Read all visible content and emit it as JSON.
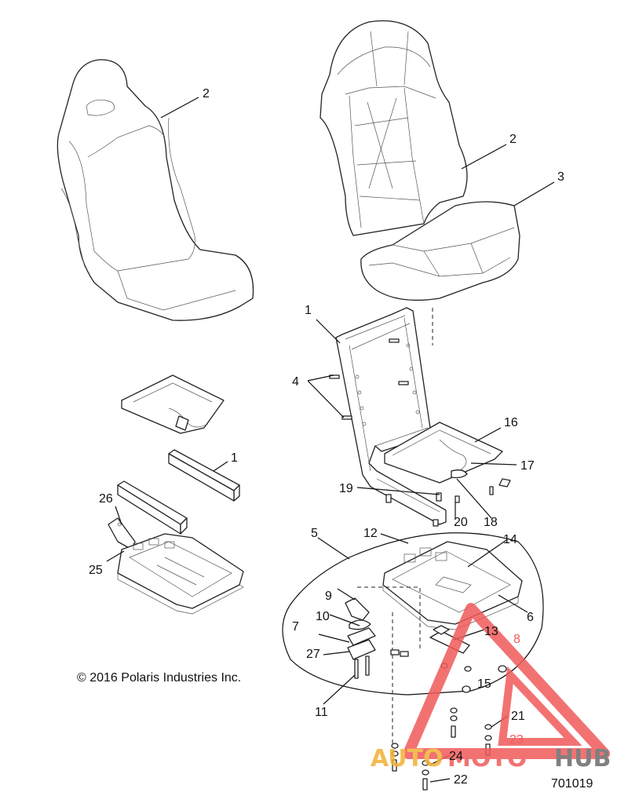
{
  "copyright": "© 2016 Polaris Industries Inc.",
  "drawing_number": "701019",
  "watermark": {
    "part1": "AUTO",
    "part2": "MOTO",
    "part3": "HUB",
    "color_red": "#f05a5a",
    "color_orange": "#f2b134",
    "color_gray": "#6b6b6b"
  },
  "callouts": {
    "c1a": "1",
    "c1b": "1",
    "c2a": "2",
    "c2b": "2",
    "c3": "3",
    "c4": "4",
    "c5": "5",
    "c6": "6",
    "c7": "7",
    "c8": "8",
    "c9": "9",
    "c10": "10",
    "c11": "11",
    "c12": "12",
    "c13": "13",
    "c14": "14",
    "c15": "15",
    "c16": "16",
    "c17": "17",
    "c18": "18",
    "c19": "19",
    "c20": "20",
    "c21": "21",
    "c22": "22",
    "c23": "23",
    "c24": "24",
    "c25": "25",
    "c26": "26",
    "c27": "27"
  }
}
